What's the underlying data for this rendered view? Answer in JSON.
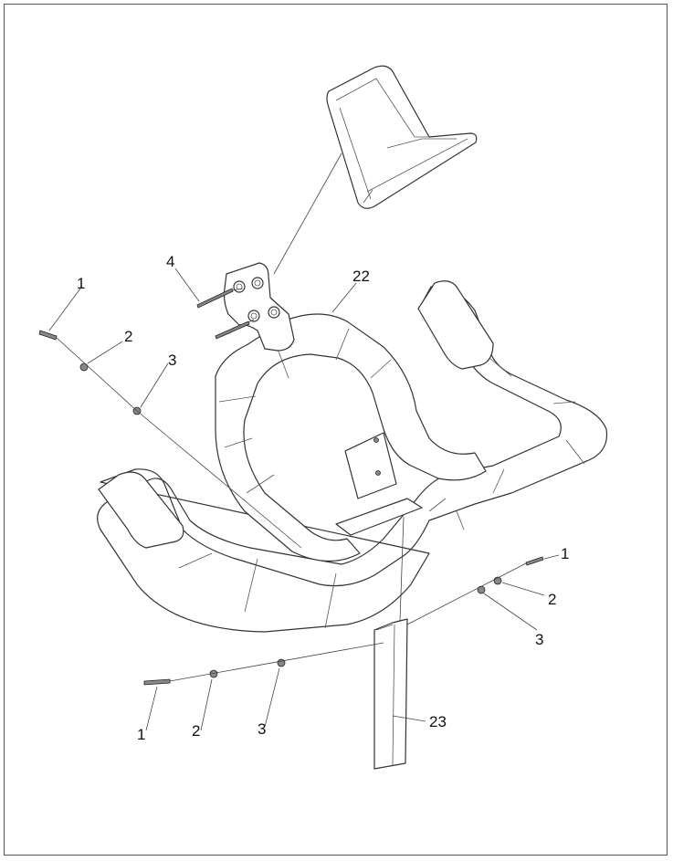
{
  "diagram": {
    "labels": {
      "bolt_top": "1",
      "washer_top": "2",
      "nut_top": "3",
      "screw_bracket": "4",
      "handlebar": "22",
      "bolt_right": "1",
      "washer_right": "2",
      "nut_right": "3",
      "bolt_bottom": "1",
      "washer_bottom": "2",
      "nut_bottom": "3",
      "stem_post": "23"
    },
    "colors": {
      "line": "#333333",
      "frame": "#555555"
    }
  }
}
